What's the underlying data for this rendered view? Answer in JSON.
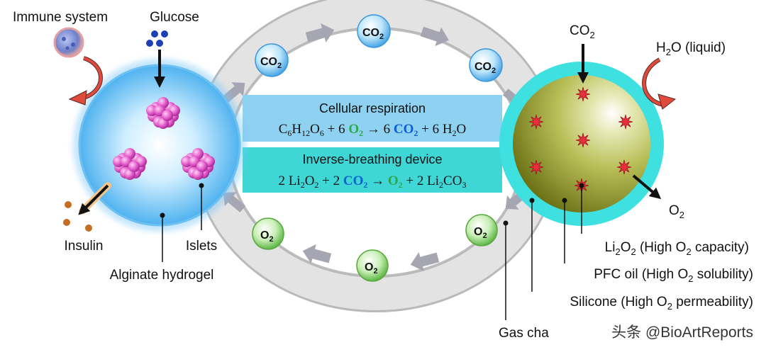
{
  "labels": {
    "immune_system": "Immune system",
    "glucose": "Glucose",
    "insulin": "Insulin",
    "islets": "Islets",
    "alginate_hydrogel": "Alginate hydrogel",
    "co2_top": "CO",
    "h2o_liquid": "O (liquid)",
    "h2o_h": "H",
    "o2_out": "O",
    "li2o2_desc_a": "Li",
    "li2o2_desc_b": "O",
    "li2o2_desc_c": " (High O",
    "li2o2_desc_d": " capacity)",
    "pfc_a": "PFC oil (High O",
    "pfc_b": " solubility)",
    "silicone_a": "Silicone (High O",
    "silicone_b": " permeability)",
    "gas_channel": "Gas cha",
    "watermark": "头条 @BioArtReports"
  },
  "panel_top": {
    "title": "Cellular respiration",
    "equation": {
      "lhs1_C": "C",
      "lhs1_6": "6",
      "lhs1_H": "H",
      "lhs1_12": "12",
      "lhs1_O": "O",
      "lhs1_6b": "6",
      "plus1": " + 6 ",
      "o2": "O",
      "arrow": " → 6 ",
      "co2": "CO",
      "plus2": " + 6 H",
      "h2o_O": "O"
    }
  },
  "panel_bottom": {
    "title": "Inverse-breathing device",
    "equation": {
      "a": "2 Li",
      "b": "O",
      "c": " + 2 ",
      "co2": "CO",
      "arrow": " → ",
      "o2": "O",
      "d": " + 2 Li",
      "e": "CO"
    }
  },
  "bubbles": {
    "co2": "CO",
    "o2": "O",
    "sub": "2"
  },
  "subscripts": {
    "two": "2",
    "three": "3"
  },
  "colors": {
    "panel_top": "#8fd1f0",
    "panel_bottom": "#3fd6d6",
    "co2_text": "#0b5fd6",
    "o2_text": "#2ea84a",
    "ring": "#d6d6d6",
    "arrow": "#a6a6b3",
    "red_arrow": "#e04a3a"
  }
}
